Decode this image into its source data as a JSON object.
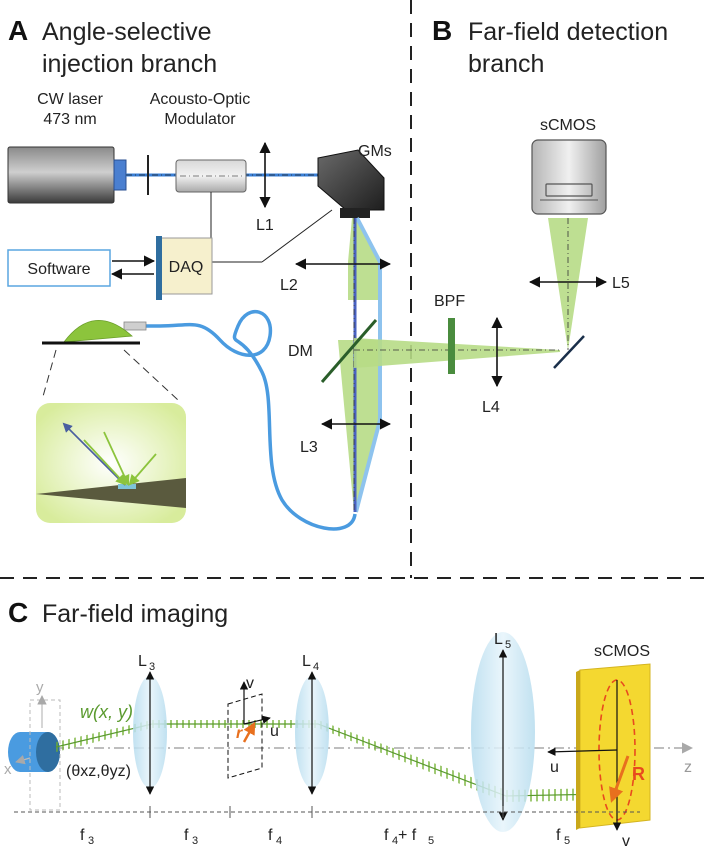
{
  "panels": {
    "a": {
      "letter": "A",
      "title_line1": "Angle-selective",
      "title_line2": "injection branch"
    },
    "b": {
      "letter": "B",
      "title_line1": "Far-field detection",
      "title_line2": "branch"
    },
    "c": {
      "letter": "C",
      "title": "Far-field imaging"
    }
  },
  "injection": {
    "laser_line1": "CW laser",
    "laser_line2": "473 nm",
    "aom_line1": "Acousto-Optic",
    "aom_line2": "Modulator",
    "gms": "GMs",
    "software": "Software",
    "daq": "DAQ",
    "l1": "L1",
    "l2": "L2",
    "l3": "L3",
    "dm": "DM"
  },
  "detection": {
    "camera": "sCMOS",
    "l5": "L5",
    "bpf": "BPF",
    "l4": "L4"
  },
  "imaging": {
    "l3": "L",
    "l3_sub": "3",
    "l4": "L",
    "l4_sub": "4",
    "l5": "L",
    "l5_sub": "5",
    "camera": "sCMOS",
    "w_label": "w(x, y)",
    "angles_label": "(θxz,θyz)",
    "v_top": "v",
    "u_mid": "u",
    "r_small": "r",
    "u_right": "u",
    "R_big": "R",
    "v_bottom": "v",
    "y_axis": "y",
    "x_axis": "x",
    "z_axis": "z",
    "f3a": "f",
    "f3a_sub": "3",
    "f3b": "f",
    "f3b_sub": "3",
    "f4": "f",
    "f4_sub": "4",
    "f45": "f",
    "f45_sub": "4",
    "f45_plus": " + f",
    "f45_sub2": "5",
    "f5": "f",
    "f5_sub": "5"
  },
  "colors": {
    "laser_blue": "#4a9be0",
    "light_blue": "#8ec3ee",
    "fluor_green": "#a8d36a",
    "green_dark": "#5a9a2e",
    "orange": "#e8701e",
    "sensor_yellow": "#f4d830",
    "lens_fill": "#c8e6f3"
  }
}
